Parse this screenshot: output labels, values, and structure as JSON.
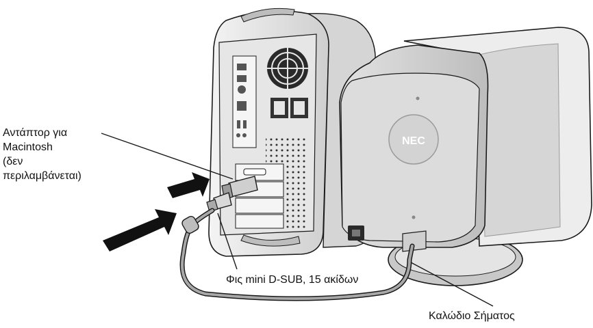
{
  "labels": {
    "adapter": [
      "Αντάπτορ για",
      "Macintosh",
      "(δεν",
      "περιλαμβάνεται)"
    ],
    "plug": "Φις mini D-SUB, 15 ακίδων",
    "signal_cable": "Καλώδιο Σήματος"
  },
  "monitor_logo": "NEC",
  "colors": {
    "body_light": "#f2f2f2",
    "body_mid": "#d8d8d8",
    "body_shadow": "#a9a9a9",
    "outline": "#1a1a1a",
    "arrow": "#111111"
  }
}
